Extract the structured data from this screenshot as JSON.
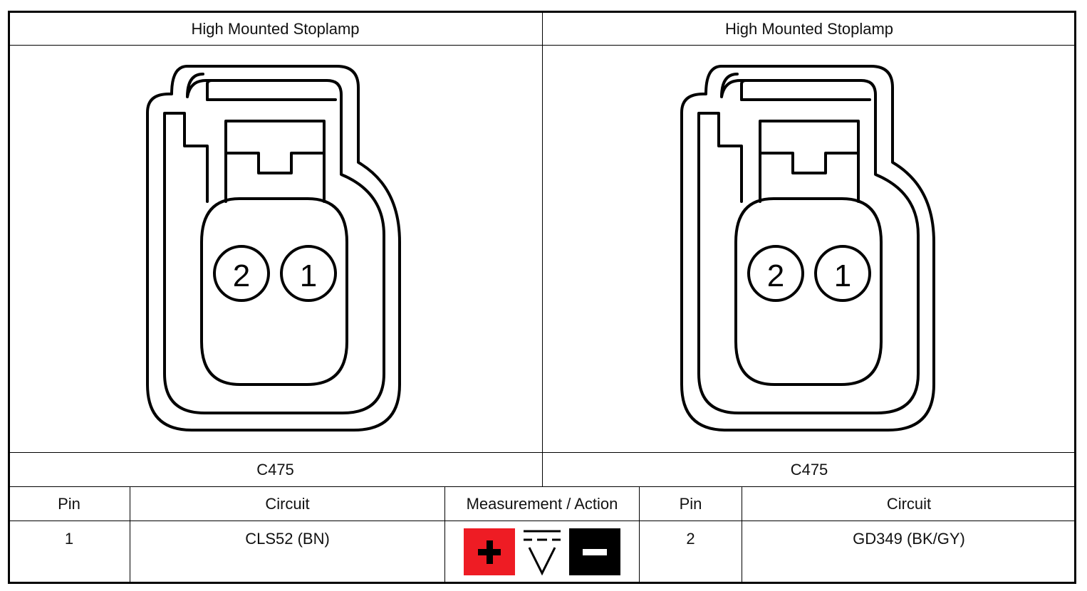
{
  "connectors": [
    {
      "title": "High Mounted Stoplamp",
      "pins": [
        "2",
        "1"
      ],
      "label": "C475"
    },
    {
      "title": "High Mounted Stoplamp",
      "pins": [
        "2",
        "1"
      ],
      "label": "C475"
    }
  ],
  "table": {
    "headers": [
      "Pin",
      "Circuit",
      "Measurement / Action",
      "Pin",
      "Circuit"
    ],
    "row": {
      "pin_a": "1",
      "circuit_a": "CLS52 (BN)",
      "pin_b": "2",
      "circuit_b": "GD349 (BK/GY)"
    },
    "measurement_icons": [
      "positive-probe-icon",
      "dc-voltage-icon",
      "negative-probe-icon"
    ],
    "icon_colors": {
      "positive": "#ee1c24",
      "negative": "#000000"
    }
  }
}
